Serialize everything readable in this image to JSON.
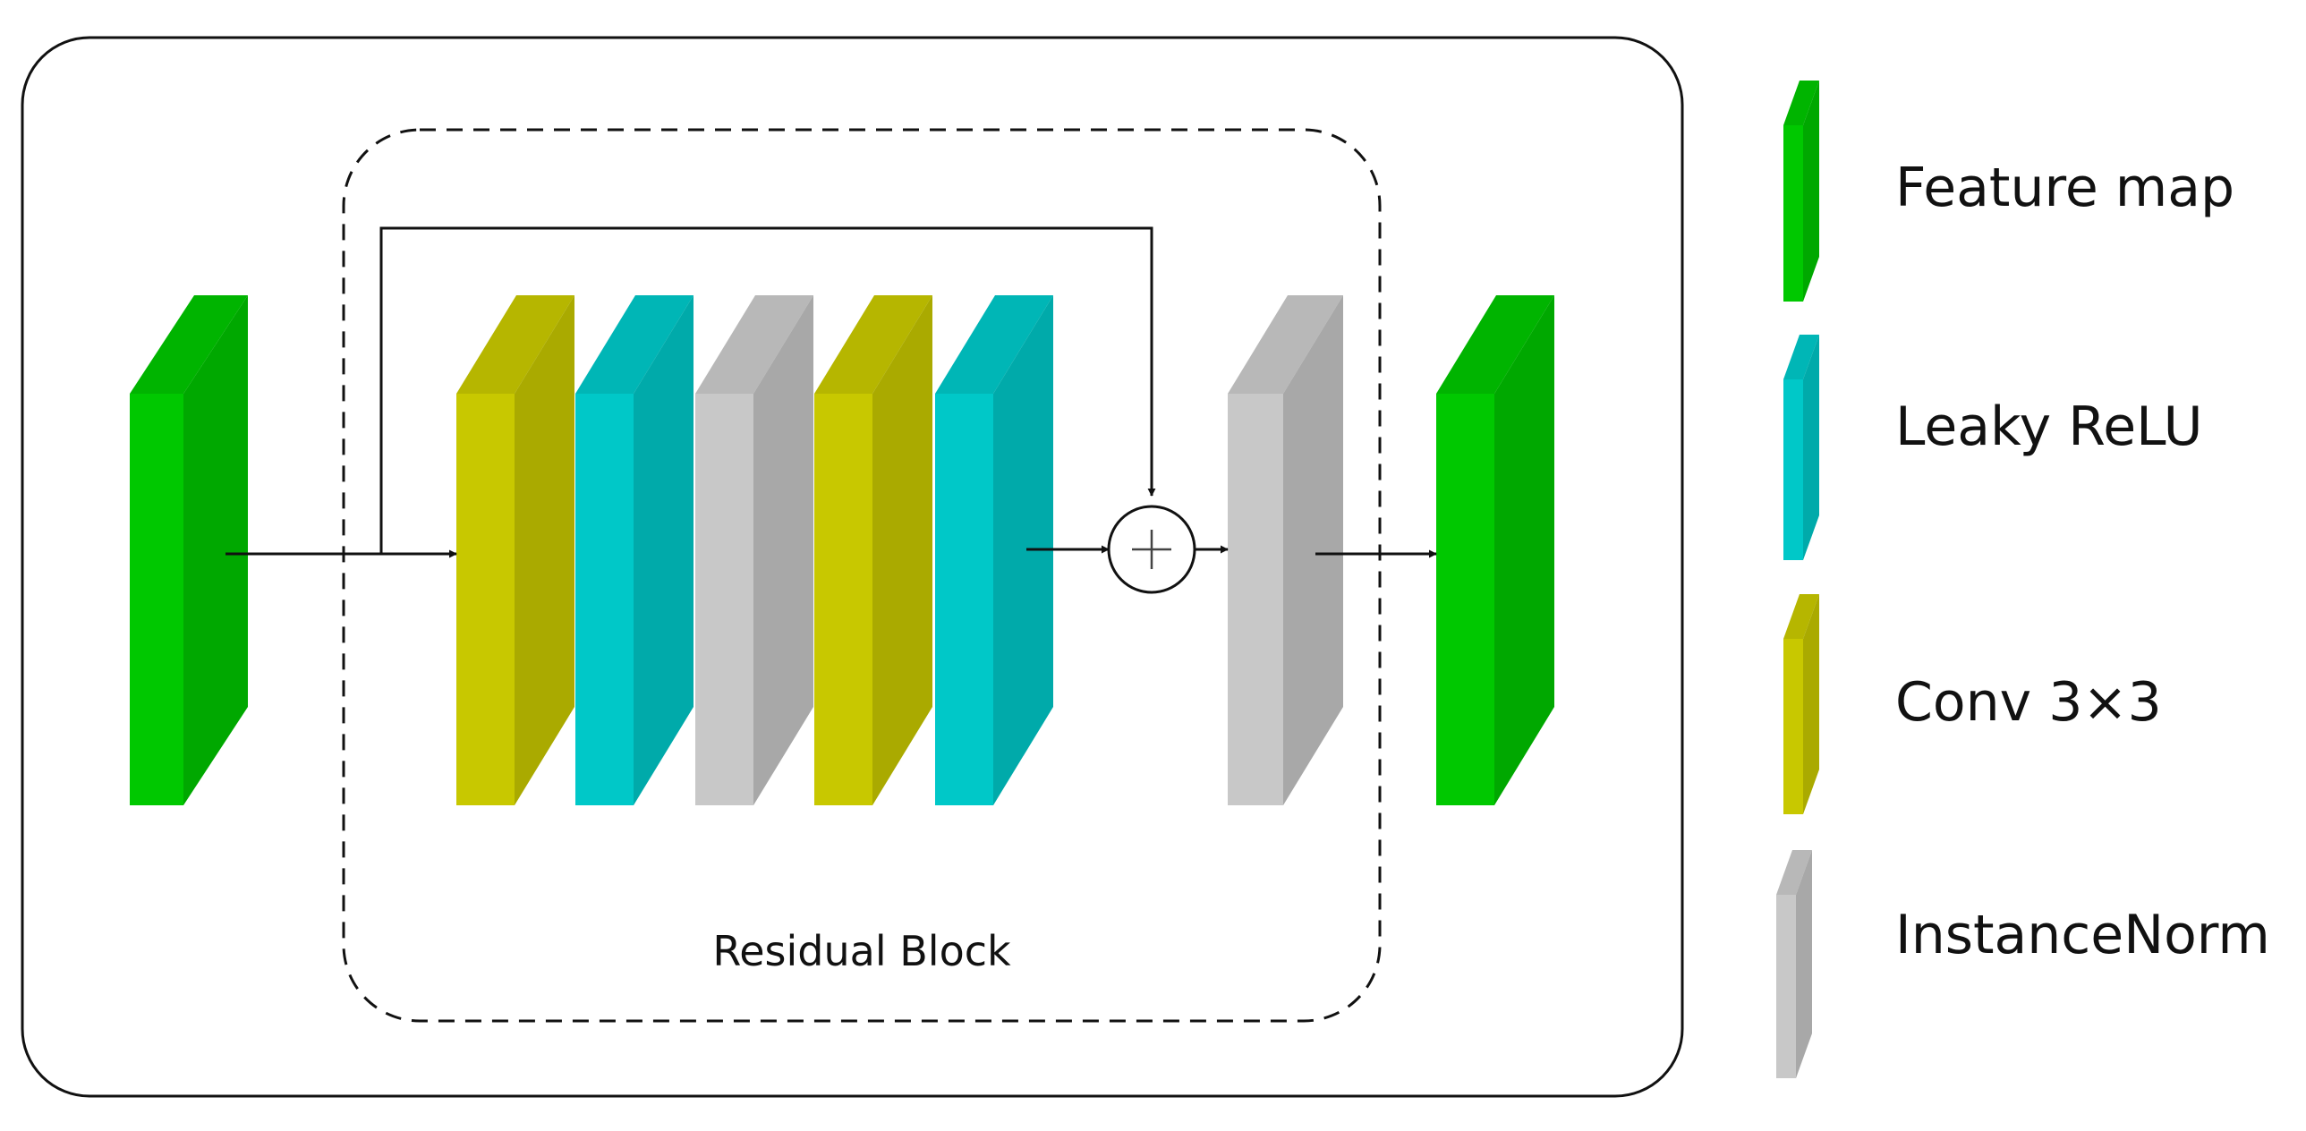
{
  "colors": {
    "feature_map": {
      "front": "#00c800",
      "side": "#00a800",
      "top": "#00b400"
    },
    "leaky_relu": {
      "front": "#00c8c8",
      "side": "#00aaaa",
      "top": "#00b6b6"
    },
    "conv": {
      "front": "#c8c800",
      "side": "#aaaa00",
      "top": "#b6b600"
    },
    "instance_norm": {
      "front": "#c8c8c8",
      "side": "#a8a8a8",
      "top": "#b8b8b8"
    },
    "line": "#111111"
  },
  "diagram": {
    "residual_block_label": "Residual Block",
    "sum_icon": "circle-plus-icon",
    "blocks": [
      {
        "id": "input",
        "kind": "feature_map"
      },
      {
        "id": "res-conv-1",
        "kind": "conv"
      },
      {
        "id": "res-relu-1",
        "kind": "leaky_relu"
      },
      {
        "id": "res-norm-1",
        "kind": "instance_norm"
      },
      {
        "id": "res-conv-2",
        "kind": "conv"
      },
      {
        "id": "res-relu-2",
        "kind": "leaky_relu"
      },
      {
        "id": "post-norm",
        "kind": "instance_norm"
      },
      {
        "id": "output",
        "kind": "feature_map"
      }
    ]
  },
  "legend": [
    {
      "kind": "feature_map",
      "label": "Feature map"
    },
    {
      "kind": "leaky_relu",
      "label": "Leaky ReLU"
    },
    {
      "kind": "conv",
      "label": "Conv 3×3"
    },
    {
      "kind": "instance_norm",
      "label": "InstanceNorm"
    }
  ]
}
